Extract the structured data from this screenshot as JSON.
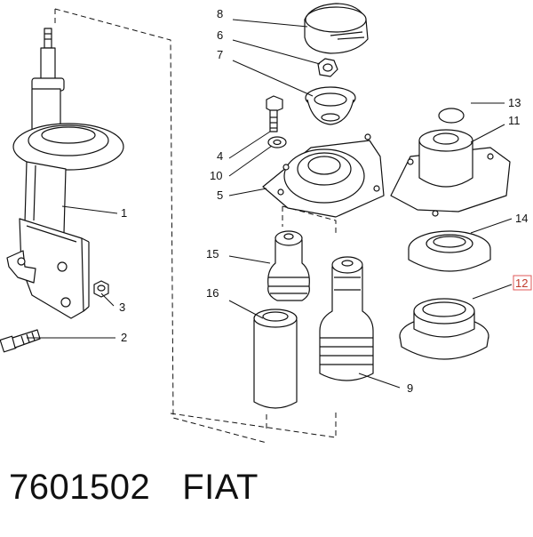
{
  "callouts": {
    "c1": "1",
    "c2": "2",
    "c3": "3",
    "c4": "4",
    "c5": "5",
    "c6": "6",
    "c7": "7",
    "c8": "8",
    "c9": "9",
    "c10": "10",
    "c11": "11",
    "c12": "12",
    "c13": "13",
    "c14": "14",
    "c15": "15",
    "c16": "16"
  },
  "caption": {
    "part_number": "7601502",
    "brand": "FIAT"
  },
  "highlight_color": "#e05a5a"
}
